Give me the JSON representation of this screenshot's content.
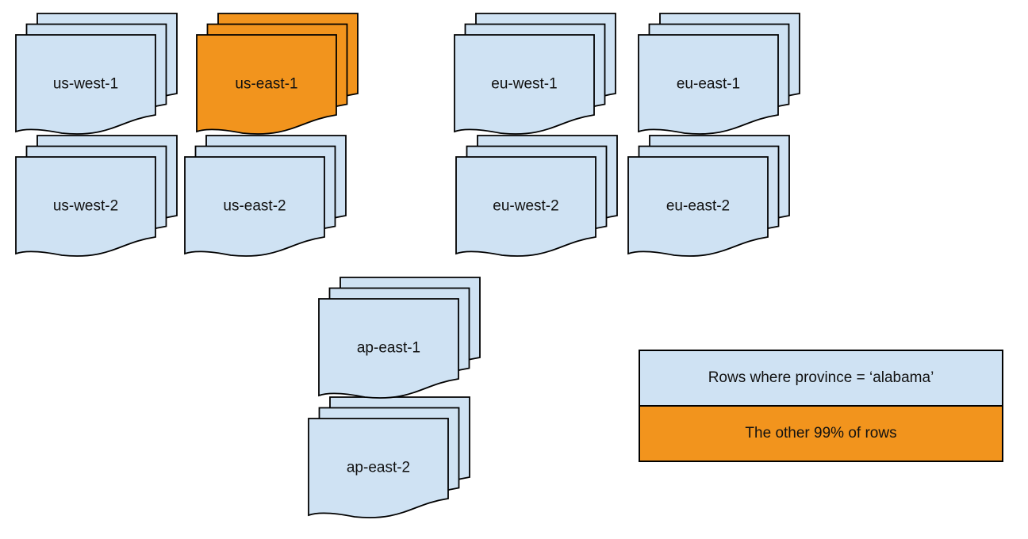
{
  "colors": {
    "partition_fill": "#cfe2f3",
    "highlight_fill": "#f2941d",
    "stroke": "#000000"
  },
  "stacks": [
    {
      "label": "us-west-1",
      "variant": "normal"
    },
    {
      "label": "us-east-1",
      "variant": "highlight"
    },
    {
      "label": "eu-west-1",
      "variant": "normal"
    },
    {
      "label": "eu-east-1",
      "variant": "normal"
    },
    {
      "label": "us-west-2",
      "variant": "normal"
    },
    {
      "label": "us-east-2",
      "variant": "normal"
    },
    {
      "label": "eu-west-2",
      "variant": "normal"
    },
    {
      "label": "eu-east-2",
      "variant": "normal"
    },
    {
      "label": "ap-east-1",
      "variant": "normal"
    },
    {
      "label": "ap-east-2",
      "variant": "normal"
    }
  ],
  "legend": {
    "items": [
      {
        "label": "Rows where province = ‘alabama’"
      },
      {
        "label": "The other 99% of rows"
      }
    ]
  }
}
